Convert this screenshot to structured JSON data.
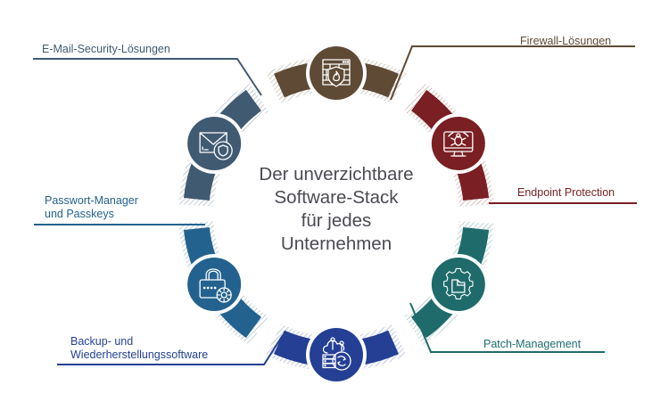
{
  "center": {
    "lines": [
      "Der unverzichtbare",
      "Software-Stack",
      "für jedes",
      "Unternehmen"
    ],
    "color": "#4a4a52"
  },
  "segments": [
    {
      "id": "firewall",
      "label": [
        "Firewall-Lösungen"
      ],
      "color": "#5e4a35",
      "icon": "firewall-icon",
      "side": "right"
    },
    {
      "id": "endpoint",
      "label": [
        "Endpoint Protection"
      ],
      "color": "#7a1f23",
      "icon": "bug-monitor-icon",
      "side": "right"
    },
    {
      "id": "patch",
      "label": [
        "Patch-Management"
      ],
      "color": "#1f6b6b",
      "icon": "gear-document-icon",
      "side": "right"
    },
    {
      "id": "backup",
      "label": [
        "Backup- und",
        "Wiederherstellungssoftware"
      ],
      "color": "#243f94",
      "icon": "cloud-server-sync-icon",
      "side": "left"
    },
    {
      "id": "passwort",
      "label": [
        "Passwort-Manager",
        "und Passkeys"
      ],
      "color": "#23628f",
      "icon": "padlock-gear-icon",
      "side": "left"
    },
    {
      "id": "email",
      "label": [
        "E-Mail-Security-Lösungen"
      ],
      "color": "#405a72",
      "icon": "mail-shield-icon",
      "side": "left"
    }
  ]
}
